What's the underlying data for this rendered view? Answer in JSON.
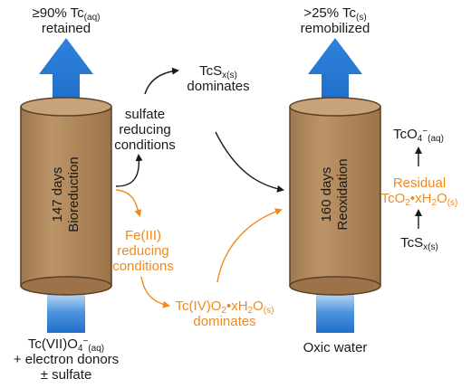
{
  "left_column": {
    "top_label_line1": "≥90% Tc",
    "top_label_line1_sub": "(aq)",
    "top_label_line2": "retained",
    "column_label_line1": "147 days",
    "column_label_line2": "Bioreduction",
    "bottom_label_line1_a": "Tc(VII)O",
    "bottom_label_line1_sub": "4",
    "bottom_label_line1_sup": "−",
    "bottom_label_line1_sub2": "(aq)",
    "bottom_label_line2": "+ electron donors",
    "bottom_label_line3": "± sulfate"
  },
  "middle": {
    "sulfate_line1": "sulfate",
    "sulfate_line2": "reducing",
    "sulfate_line3": "conditions",
    "tcs_line1": "TcS",
    "tcs_line1_sub": "x(s)",
    "tcs_line2": "dominates",
    "fe_line1": "Fe(III)",
    "fe_line2": "reducing",
    "fe_line3": "conditions",
    "tco2_line1_a": "Tc(IV)O",
    "tco2_line1_sub": "2",
    "tco2_line1_b": "•xH",
    "tco2_line1_sub2": "2",
    "tco2_line1_c": "O",
    "tco2_line1_sub3": "(s)",
    "tco2_line2": "dominates"
  },
  "right_column": {
    "top_label_line1": ">25% Tc",
    "top_label_line1_sub": "(s)",
    "top_label_line2": "remobilized",
    "column_label_line1": "160 days",
    "column_label_line2": "Reoxidation",
    "bottom_label": "Oxic water"
  },
  "far_right": {
    "tco4_a": "TcO",
    "tco4_sub": "4",
    "tco4_sup": "−",
    "tco4_sub2": "(aq)",
    "residual_line1": "Residual",
    "residual_line2_a": "TcO",
    "residual_line2_sub": "2",
    "residual_line2_b": "•xH",
    "residual_line2_sub2": "2",
    "residual_line2_c": "O",
    "residual_line2_sub3": "(s)",
    "tcs_a": "TcS",
    "tcs_sub": "x(s)"
  },
  "colors": {
    "arrow_blue": "#1f6fc9",
    "column_brown": "#b38a5e",
    "orange": "#ee8a1f",
    "black": "#1a1a1a"
  }
}
